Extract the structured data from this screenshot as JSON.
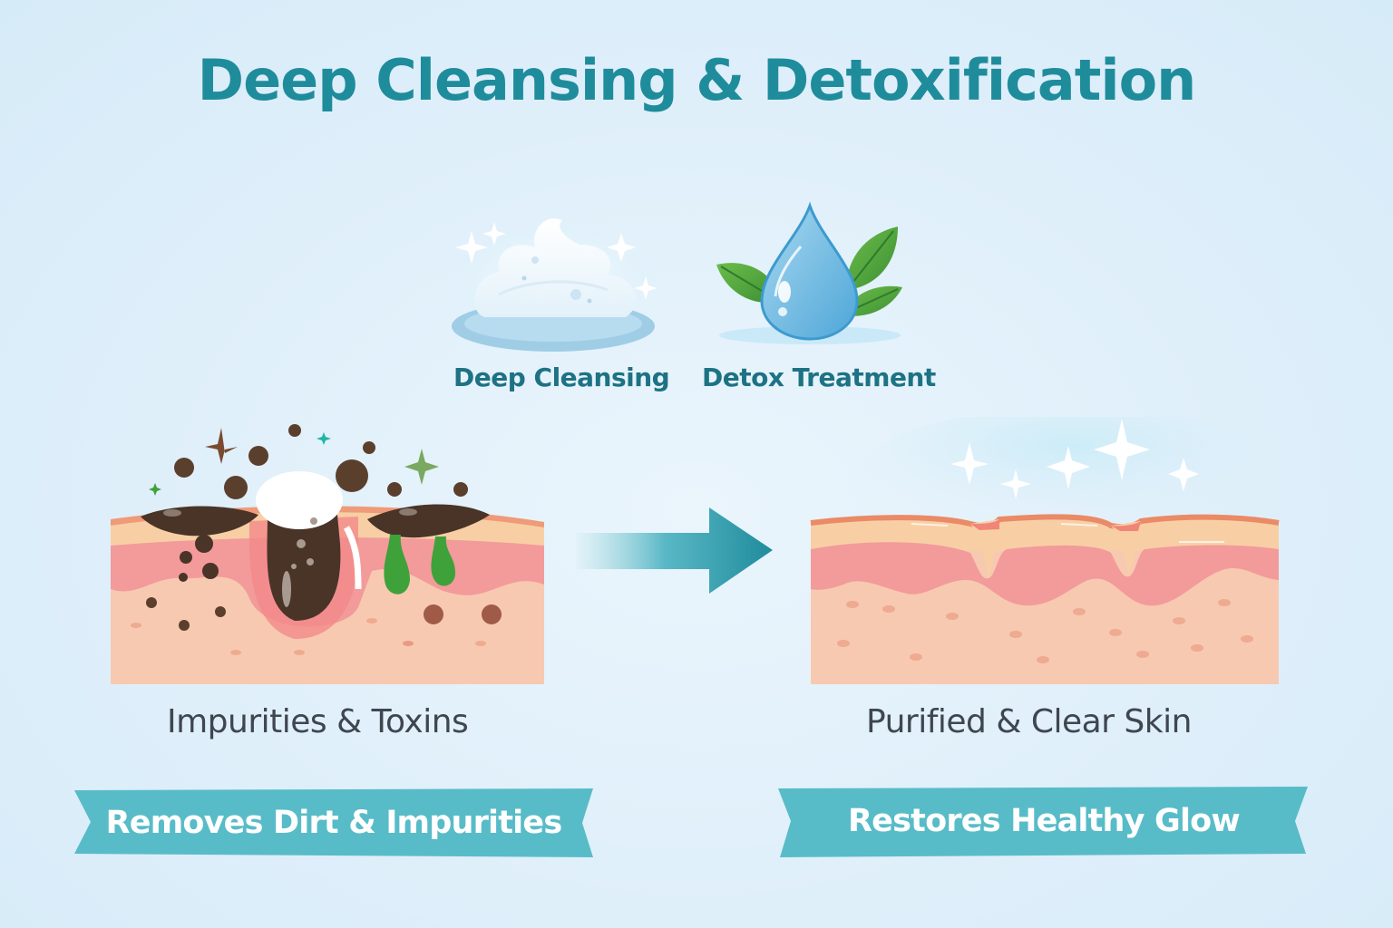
{
  "title": "Deep Cleansing & Detoxification",
  "icons": [
    {
      "id": "foam",
      "icon": "foam-bubbles-icon",
      "label": "Deep Cleansing"
    },
    {
      "id": "drop",
      "icon": "water-drop-leaves-icon",
      "label": "Detox Treatment"
    }
  ],
  "before": {
    "illustration": "clogged-skin-cross-section",
    "caption": "Impurities & Toxins",
    "banner": "Removes Dirt & Impurities"
  },
  "after": {
    "illustration": "clear-skin-cross-section",
    "caption": "Purified & Clear Skin",
    "banner": "Restores Healthy Glow"
  },
  "transition": {
    "icon": "right-arrow-icon"
  },
  "colors": {
    "title": "#1f8c9c",
    "icon_label": "#1d7284",
    "caption": "#3f4650",
    "banner": "#58bcc8",
    "arrow": "#1f8c9c",
    "background": "#dfeffa",
    "skin_base": "#f7c9b0",
    "skin_dermis": "#f29d9d",
    "skin_top": "#f8cfa0",
    "dirt": "#4a3428",
    "toxin": "#3fa13a"
  }
}
